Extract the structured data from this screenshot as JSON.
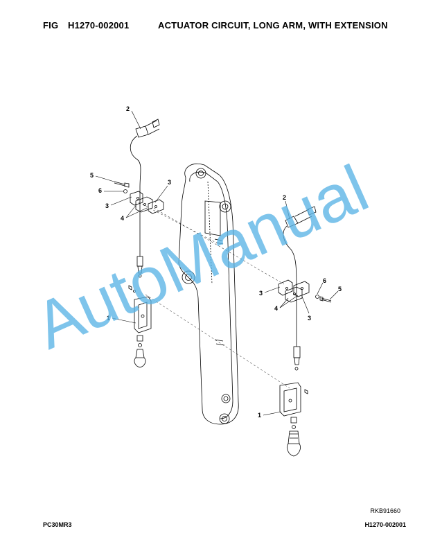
{
  "header": {
    "fig_label": "FIG",
    "fig_code": "H1270-002001",
    "title": "ACTUATOR CIRCUIT, LONG ARM, WITH EXTENSION"
  },
  "drawing": {
    "callouts_left": [
      "2",
      "5",
      "6",
      "3",
      "3",
      "4",
      "1"
    ],
    "callouts_right": [
      "2",
      "3",
      "6",
      "5",
      "4",
      "3",
      "1"
    ],
    "watermark": "AutoManual",
    "drawing_code": "RKB91660"
  },
  "footer": {
    "model": "PC30MR3",
    "page_ref": "H1270-002001"
  }
}
